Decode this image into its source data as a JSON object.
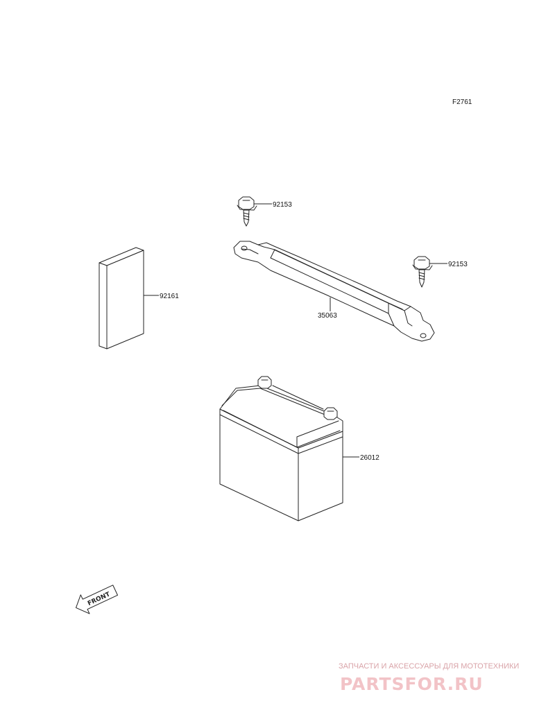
{
  "figure_code": "F2761",
  "parts": [
    {
      "number": "92153"
    },
    {
      "number": "92153"
    },
    {
      "number": "92161"
    },
    {
      "number": "35063"
    },
    {
      "number": "26012"
    }
  ],
  "front_arrow_label": "FRONT",
  "watermark": {
    "tagline": "ЗАПЧАСТИ И АКСЕССУАРЫ ДЛЯ МОТОТЕХНИКИ",
    "logo": "PARTSFOR.RU"
  }
}
